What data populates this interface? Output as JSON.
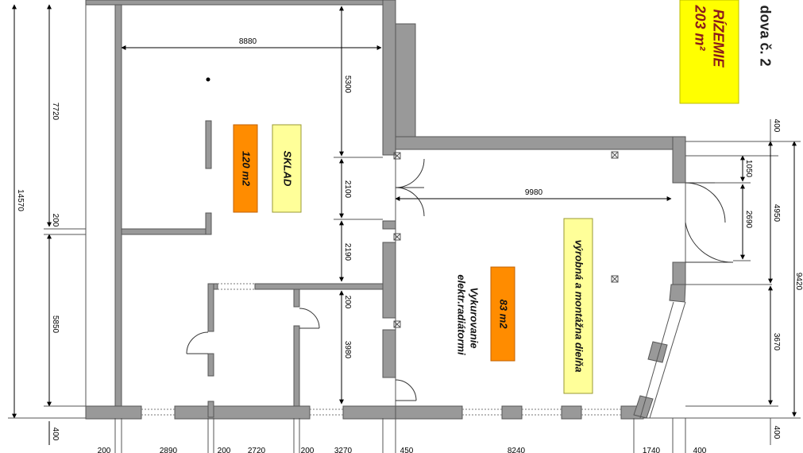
{
  "labels": {
    "sklad": "SKLAD",
    "sklad_area": "120 m2",
    "dielna": "výrobná a montážna dielňa",
    "dielna_area": "83 m2",
    "heating_line1": "Vykurovanie",
    "heating_line2": "elektr.radiátormi",
    "ground_floor": "RÍZEMIE",
    "total_area": "203 m²",
    "building_title": "dova č. 2"
  },
  "dimensions": {
    "top_width": "8880",
    "left_upper": "7720",
    "left_mid": "200",
    "left_lower": "5850",
    "left_total": "14570",
    "left_bottom": "400",
    "col_5300": "5300",
    "col_2100": "2100",
    "col_2190": "2190",
    "col_200": "200",
    "col_3980": "3980",
    "workshop_width": "9980",
    "right_1050": "1050",
    "right_2690": "2690",
    "right_400_top": "400",
    "right_4950": "4950",
    "right_3670": "3670",
    "right_9420": "9420",
    "right_400_bottom": "400",
    "b_200_1": "200",
    "b_2890": "2890",
    "b_200_2": "200",
    "b_2720": "2720",
    "b_200_3": "200",
    "b_3270": "3270",
    "b_450": "450",
    "b_8240": "8240",
    "b_1740": "1740",
    "b_400": "400"
  },
  "colors": {
    "wall": "#999999",
    "area_label": "#ff8c00",
    "room_label": "#ffff99",
    "title_box": "#ffff00"
  }
}
